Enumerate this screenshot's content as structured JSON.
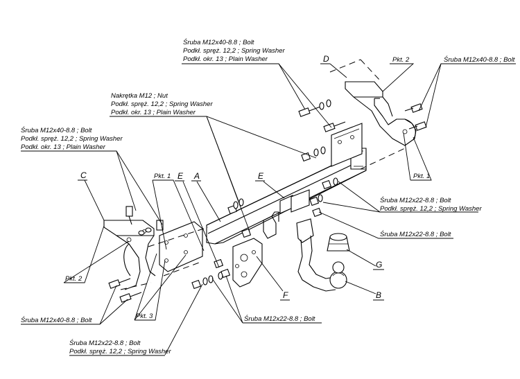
{
  "callouts": {
    "top_bolt": [
      "Śruba M12x40-8.8 ;  Bolt",
      "Podkł. spręż. 12,2 ; Spring Washer",
      "Podkł. okr. 13 ; Plain Washer"
    ],
    "nut": [
      "Nakrętka  M12 ; Nut",
      "Podkł. spręż. 12,2 ; Spring Washer",
      "Podkł. okr. 13 ; Plain Washer"
    ],
    "left_bolt": [
      "Śruba M12x40-8.8 ; Bolt",
      "Podkł. spręż. 12,2 ; Spring Washer",
      "Podkł. okr. 13 ; Plain Washer"
    ],
    "right_top_bolt": "Śruba M12x40-8.8 ; Bolt",
    "right_mid_bolt": [
      "Śruba M12x22-8.8 ;  Bolt",
      "Podkł. spręż. 12,2 ; Spring Washer"
    ],
    "right_low_bolt": "Śruba M12x22-8.8 ;  Bolt",
    "bottom_left_bolt": "Śruba M12x40-8.8 ;  Bolt",
    "bottom_mid_bolt": "Śruba M12x22-8.8 ; Bolt",
    "bottom_bolt": [
      "Śruba M12x22-8.8 ;  Bolt",
      "Podkł. spręż. 12,2 ; Spring Washer"
    ]
  },
  "pkt": {
    "pkt2_top": "Pkt. 2",
    "pkt1_right": "Pkt. 1",
    "pkt1_left": "Pkt. 1",
    "pkt2_left": "Pkt. 2",
    "pkt3": "Pkt. 3"
  },
  "letters": {
    "A": "A",
    "B": "B",
    "C": "C",
    "D": "D",
    "E1": "E",
    "E2": "E",
    "F": "F",
    "G": "G"
  }
}
